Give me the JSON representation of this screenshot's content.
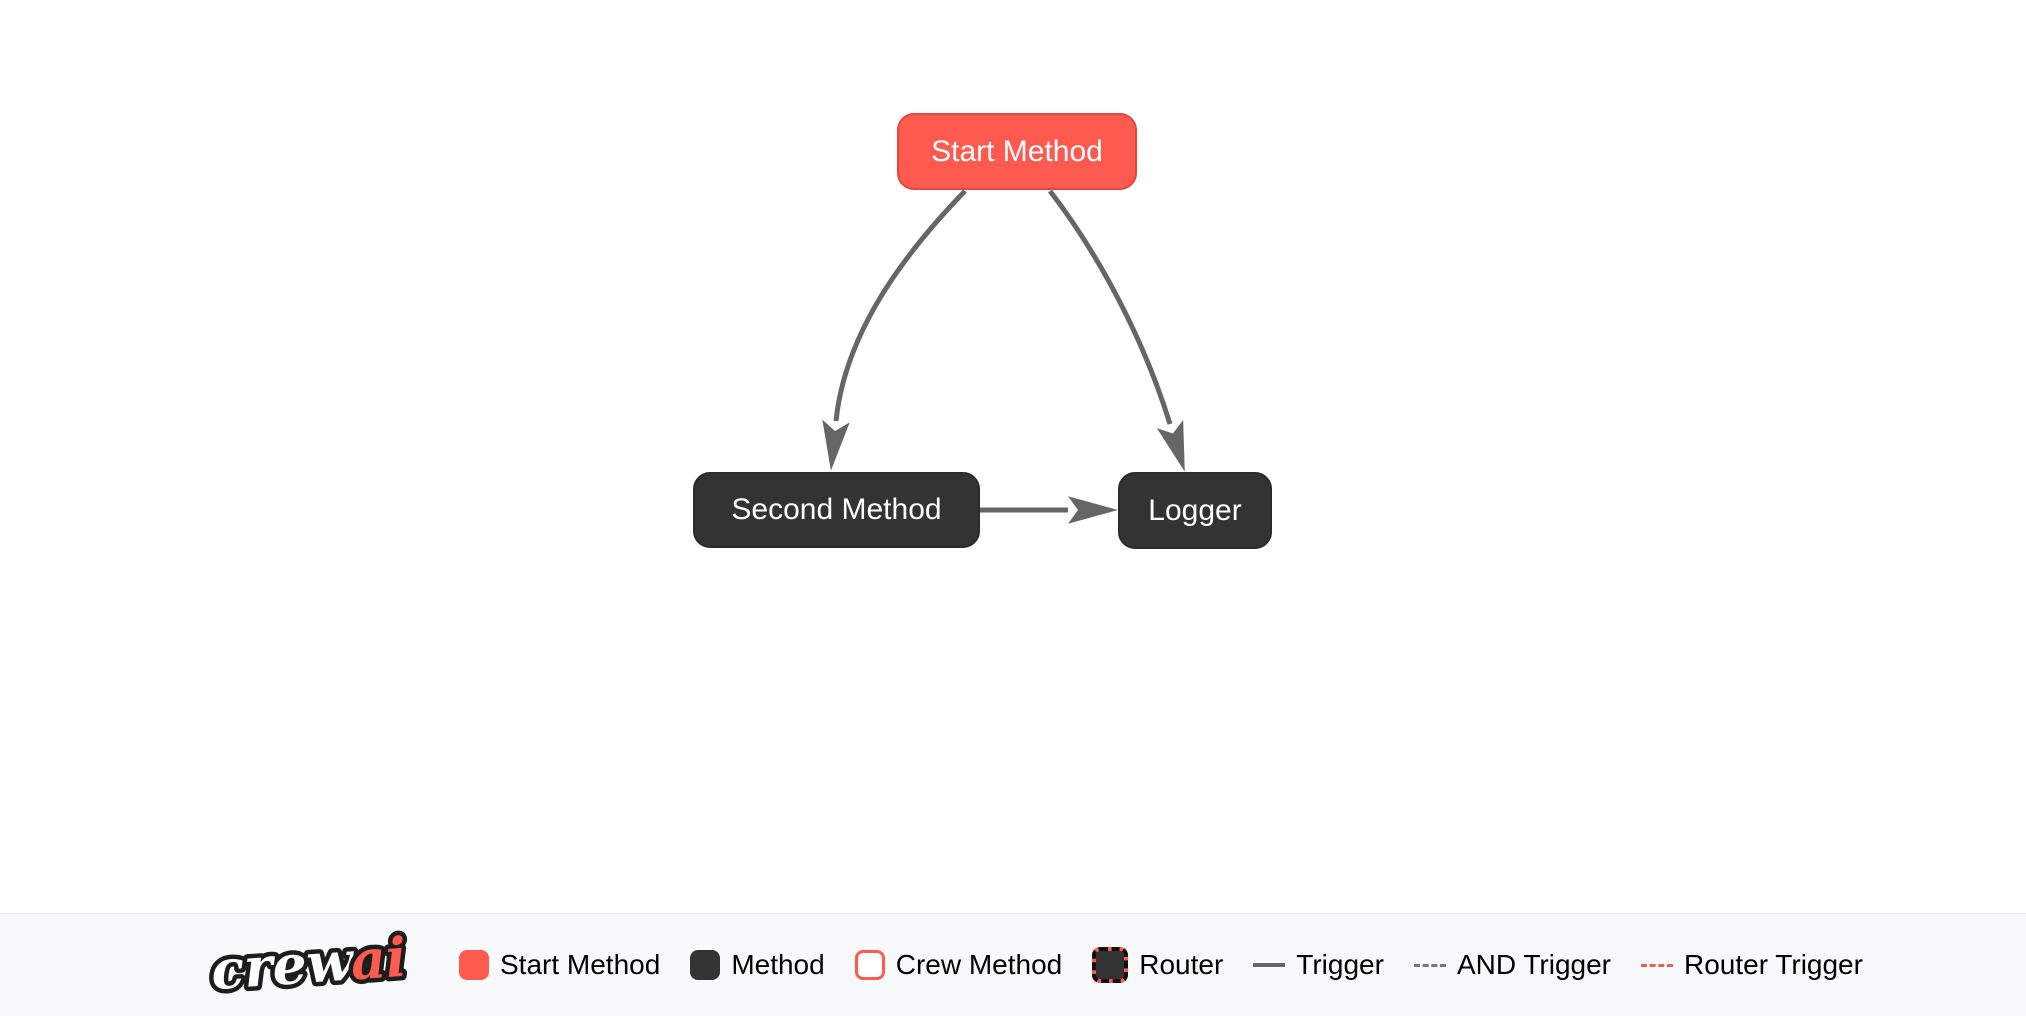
{
  "colors": {
    "canvas": "#FFFFFF",
    "coral": "#FF5A50",
    "coralBorder": "#E0483F",
    "coralTrigger": "#E8604F",
    "dark": "#333333",
    "darkBorder": "#2B2B2B",
    "edge": "#666666",
    "footerBg": "#F8F9FA",
    "white": "#FFFFFF",
    "black": "#000000"
  },
  "diagram": {
    "nodes": {
      "start": {
        "label": "Start Method",
        "type": "start"
      },
      "second": {
        "label": "Second Method",
        "type": "method"
      },
      "logger": {
        "label": "Logger",
        "type": "method"
      }
    },
    "edges": [
      {
        "from": "start",
        "to": "second",
        "type": "trigger"
      },
      {
        "from": "start",
        "to": "logger",
        "type": "trigger"
      },
      {
        "from": "second",
        "to": "logger",
        "type": "trigger"
      }
    ]
  },
  "footer": {
    "logo": {
      "part1": "crew",
      "part2": "ai"
    },
    "legend": [
      {
        "label": "Start Method",
        "swatch": "start"
      },
      {
        "label": "Method",
        "swatch": "method"
      },
      {
        "label": "Crew Method",
        "swatch": "crew"
      },
      {
        "label": "Router",
        "swatch": "router"
      },
      {
        "label": "Trigger",
        "swatch": "line-solid"
      },
      {
        "label": "AND Trigger",
        "swatch": "line-dashed"
      },
      {
        "label": "Router Trigger",
        "swatch": "line-dashed-coral"
      }
    ]
  }
}
